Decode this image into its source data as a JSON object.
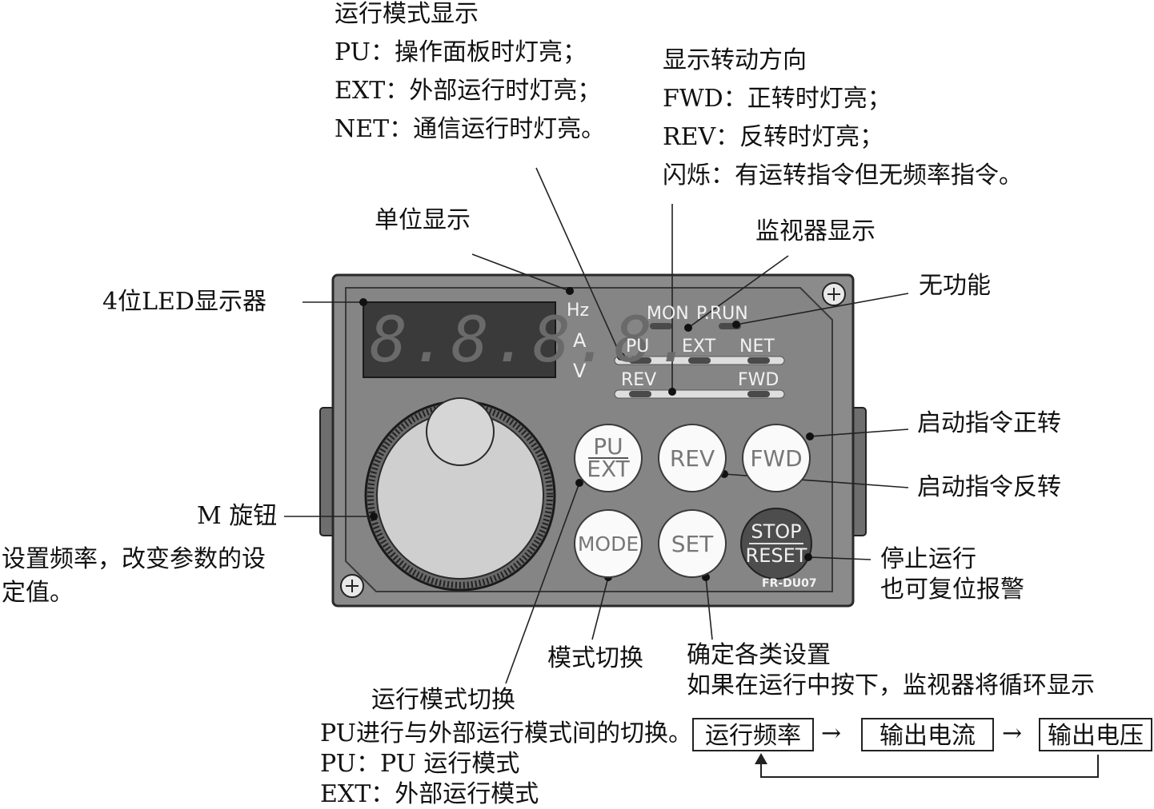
{
  "annotations": {
    "run_mode_title": "运行模式显示",
    "run_mode_pu": "PU：操作面板时灯亮；",
    "run_mode_ext": "EXT：外部运行时灯亮；",
    "run_mode_net": "NET：通信运行时灯亮。",
    "rotation_title": "显示转动方向",
    "rotation_fwd": "FWD：正转时灯亮；",
    "rotation_rev": "REV：反转时灯亮；",
    "rotation_flash": "闪烁：有运转指令但无频率指令。",
    "unit_display": "单位显示",
    "monitor_display": "监视器显示",
    "no_function": "无功能",
    "led_display": "4位LED显示器",
    "start_fwd": "启动指令正转",
    "start_rev": "启动指令反转",
    "m_dial": "M 旋钮",
    "m_dial_desc_1": "设置频率，改变参数的设",
    "m_dial_desc_2": "定值。",
    "stop_1": "停止运行",
    "stop_2": "也可复位报警",
    "mode_switch": "模式切换",
    "set_title": "确定各类设置",
    "set_desc": "如果在运行中按下，监视器将循环显示",
    "run_mode_switch": "运行模式切换",
    "run_mode_switch_desc": "PU进行与外部运行模式间的切换。",
    "pu_mode": "PU：PU 运行模式",
    "ext_mode": "EXT：外部运行模式"
  },
  "flow": {
    "box1": "运行频率",
    "box2": "输出电流",
    "box3": "输出电压",
    "arrow": "→"
  },
  "panel": {
    "led_digits": "8.8.8.8.",
    "unit_hz": "Hz",
    "unit_a": "A",
    "unit_v": "V",
    "mon": "MON",
    "prun": "P.RUN",
    "pu": "PU",
    "ext": "EXT",
    "net": "NET",
    "rev": "REV",
    "fwd": "FWD",
    "model": "FR-DU07",
    "buttons": {
      "pu_top": "PU",
      "pu_bottom": "EXT",
      "rev": "REV",
      "fwd": "FWD",
      "mode": "MODE",
      "set": "SET",
      "stop": "STOP",
      "reset": "RESET"
    }
  }
}
